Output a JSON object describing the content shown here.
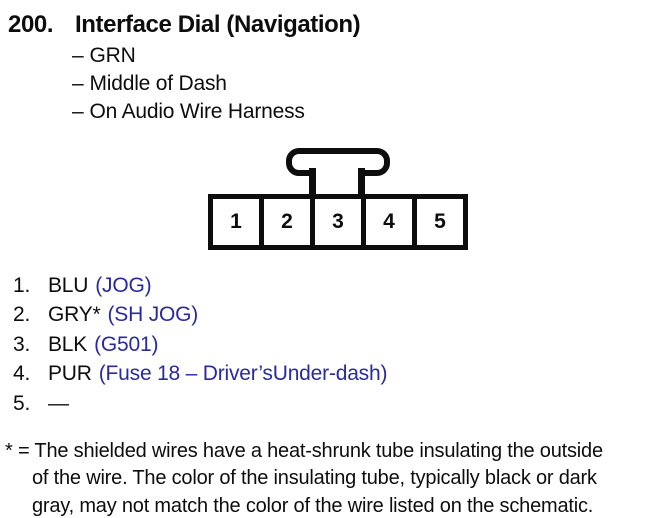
{
  "header": {
    "number": "200.",
    "title": "Interface Dial (Navigation)"
  },
  "bullets": {
    "dash": "–",
    "items": [
      "GRN",
      "Middle of Dash",
      "On Audio Wire Harness"
    ]
  },
  "connector": {
    "pins": [
      "1",
      "2",
      "3",
      "4",
      "5"
    ]
  },
  "pin_list": [
    {
      "num": "1.",
      "wire": "BLU",
      "circuit": "(JOG)"
    },
    {
      "num": "2.",
      "wire": "GRY*",
      "circuit": "(SH JOG)"
    },
    {
      "num": "3.",
      "wire": "BLK",
      "circuit": "(G501)"
    },
    {
      "num": "4.",
      "wire": "PUR",
      "circuit": "(Fuse 18 – Driver’sUnder-dash)"
    },
    {
      "num": "5.",
      "wire": "—",
      "circuit": ""
    }
  ],
  "footnote": {
    "marker": "* =",
    "lines": [
      "The shielded wires have a heat-shrunk tube insulating the outside",
      "of the wire. The color of the insulating tube, typically black or dark",
      "gray, may not match the color of the wire listed on the schematic."
    ]
  },
  "colors": {
    "circuit_blue": "#2a2aa0",
    "ink": "#0d0d0d",
    "background": "#ffffff"
  }
}
